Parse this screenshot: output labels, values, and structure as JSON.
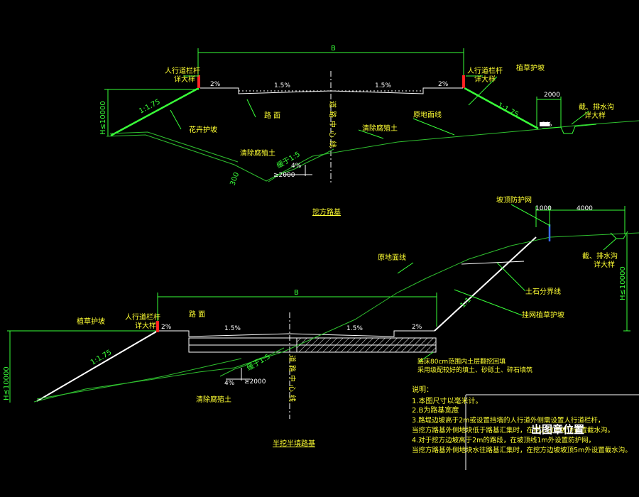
{
  "drawing": {
    "section_top": {
      "title": "挖方路基",
      "width_label": "B",
      "height_label": "H≤10000",
      "left_rail": [
        "人行道栏杆",
        "详大样"
      ],
      "right_rail": [
        "人行道栏杆",
        "详大样"
      ],
      "right_slope": "植草护坡",
      "left_slope_protection": "花卉护坡",
      "left_slope_ratio": "1:1.75",
      "right_slope_ratio": "1:1.75",
      "shoulder_left": "2%",
      "shoulder_right": "2%",
      "pave_left": "1.5%",
      "pave_right": "1.5%",
      "pavement_label": "路 面",
      "centerline": "道路中心线",
      "ground_line": "原地面线",
      "clear_soil": "清除腐殖土",
      "clear_soil_top": "清除腐殖土",
      "step_ratio": "缓于1:5",
      "step_slope": "4%",
      "step_width": "≥2000",
      "clear_depth": "300",
      "ditch_width": "2000",
      "ditch_slope": "2%",
      "ditch_label": [
        "截、排水沟",
        "详大样"
      ]
    },
    "section_bottom": {
      "title": "半挖半填路基",
      "width_label": "B",
      "height_left": "H≤10000",
      "height_right": "H≤10000",
      "left_slope": "植草护坡",
      "left_rail": [
        "人行道栏杆",
        "详大样"
      ],
      "pavement_label": "路 面",
      "shoulder_left": "2%",
      "shoulder_right": "2%",
      "pave_left": "1.5%",
      "pave_right": "1.5%",
      "left_slope_ratio": "1:1.75",
      "cut_ratio": "1:1",
      "centerline": "道路中心线",
      "ground_line": "原地面线",
      "clear_soil": "清除腐殖土",
      "step_ratio": "缓于1:5",
      "step_slope": "4%",
      "step_width": "≥2000",
      "net_label": "坡顶防护网",
      "net_offset": "1000",
      "top_width": "4000",
      "soil_rock": "土石分界线",
      "mesh_protection": "挂网植草护坡",
      "ditch_label": [
        "截、排水沟",
        "详大样"
      ],
      "fill_note": [
        "路床80cm范围内土层翻挖回填",
        "采用级配较好的填土、砂砾土、碎石填筑"
      ]
    },
    "notes": {
      "heading": "说明：",
      "items": [
        "1.本图尺寸以毫米计。",
        "2.B为路基宽度",
        "3.路堤边坡高于2m或设置挡墙的人行道外侧需设置人行道栏杆，",
        "当挖方路基外侧地块低于路基汇集时，在挖方边坡坡顶设置截水沟。",
        "4.对于挖方边坡高于2m的路段，在坡顶线1m外设置防护网，",
        "当挖方路基外侧地块水往路基汇集时，在挖方边坡坡顶5m外设置截水沟。"
      ]
    },
    "stamp": "出图章位置"
  }
}
